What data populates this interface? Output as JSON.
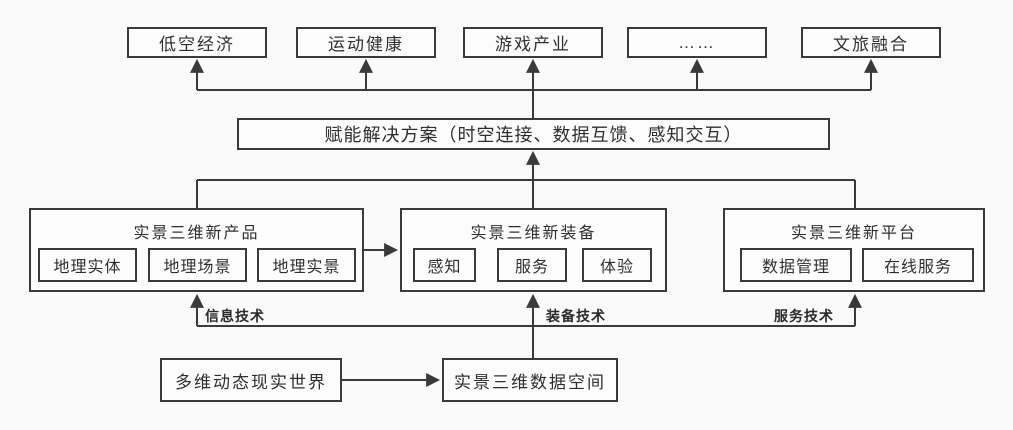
{
  "diagram": {
    "type": "flow-diagram",
    "colors": {
      "line": "#3a3a3a",
      "text": "#2f2f2f",
      "background": "#fafafa",
      "box_fill": "#fcfcfc"
    },
    "applications": [
      {
        "label": "低空经济"
      },
      {
        "label": "运动健康"
      },
      {
        "label": "游戏产业"
      },
      {
        "label": "……"
      },
      {
        "label": "文旅融合"
      }
    ],
    "solution": {
      "label": "赋能解决方案（时空连接、数据互馈、感知交互）"
    },
    "pillars": {
      "products": {
        "title": "实景三维新产品",
        "items": [
          {
            "label": "地理实体"
          },
          {
            "label": "地理场景"
          },
          {
            "label": "地理实景"
          }
        ]
      },
      "equipment": {
        "title": "实景三维新装备",
        "items": [
          {
            "label": "感知"
          },
          {
            "label": "服务"
          },
          {
            "label": "体验"
          }
        ]
      },
      "platform": {
        "title": "实景三维新平台",
        "items": [
          {
            "label": "数据管理"
          },
          {
            "label": "在线服务"
          }
        ]
      }
    },
    "technologies": {
      "info": "信息技术",
      "equipment": "装备技术",
      "service": "服务技术"
    },
    "foundation": {
      "world": "多维动态现实世界",
      "dataspace": "实景三维数据空间"
    }
  }
}
